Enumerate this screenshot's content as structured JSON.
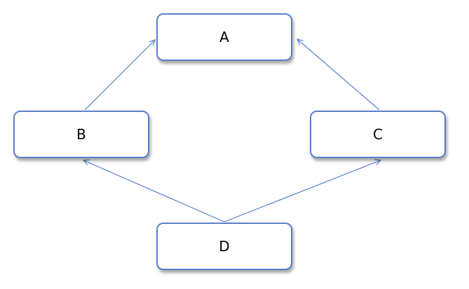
{
  "nodes": {
    "a": {
      "label": "A"
    },
    "b": {
      "label": "B"
    },
    "c": {
      "label": "C"
    },
    "d": {
      "label": "D"
    }
  },
  "edges": [
    {
      "from": "B",
      "to": "A"
    },
    {
      "from": "C",
      "to": "A"
    },
    {
      "from": "D",
      "to": "B"
    },
    {
      "from": "D",
      "to": "C"
    }
  ],
  "colors": {
    "stroke": "#5b7fc8",
    "node_fill": "#ffffff",
    "text": "#000000"
  }
}
